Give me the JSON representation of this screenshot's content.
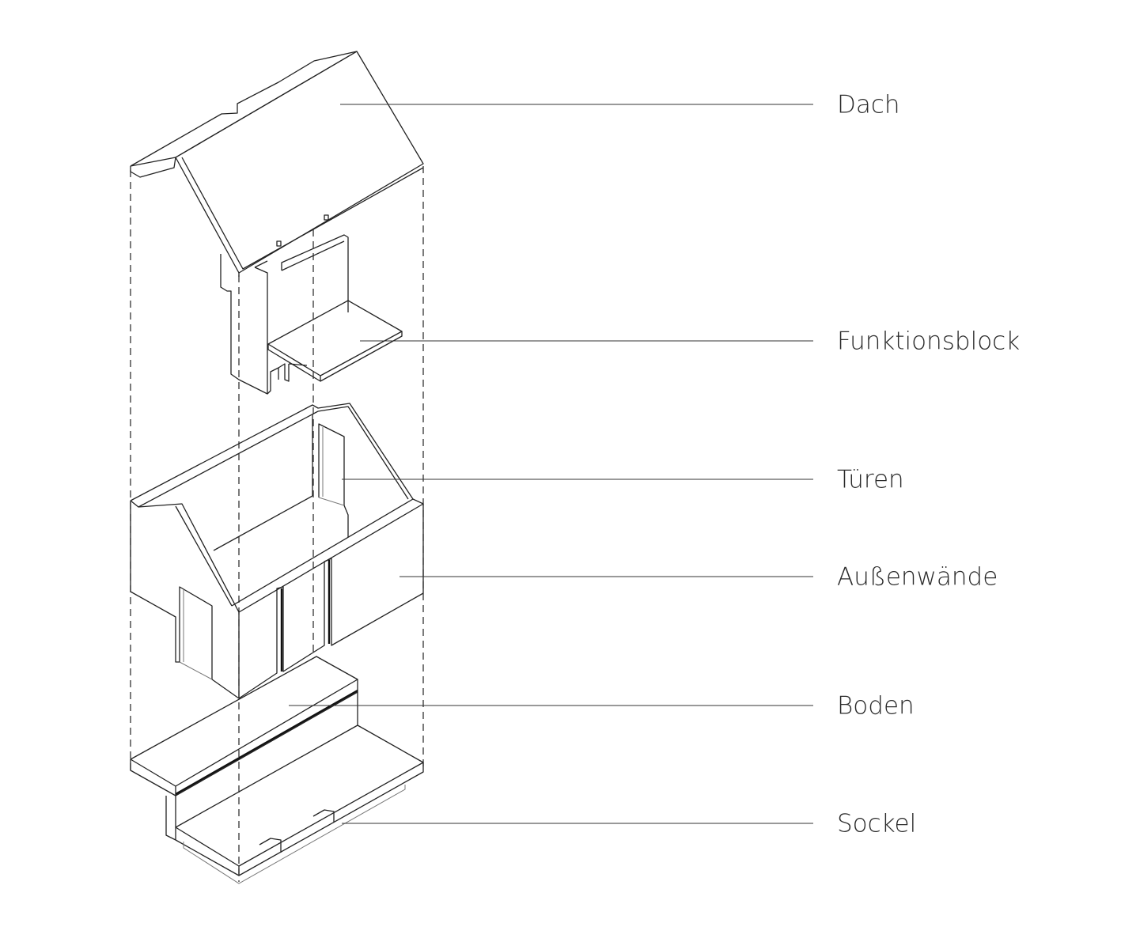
{
  "diagram": {
    "type": "exploded axonometric of a small house",
    "labels": [
      {
        "id": "dach",
        "text": "Dach"
      },
      {
        "id": "funktionsblock",
        "text": "Funktionsblock"
      },
      {
        "id": "tueren",
        "text": "Türen"
      },
      {
        "id": "aussenwaende",
        "text": "Außenwände"
      },
      {
        "id": "boden",
        "text": "Boden"
      },
      {
        "id": "sockel",
        "text": "Sockel"
      }
    ]
  }
}
